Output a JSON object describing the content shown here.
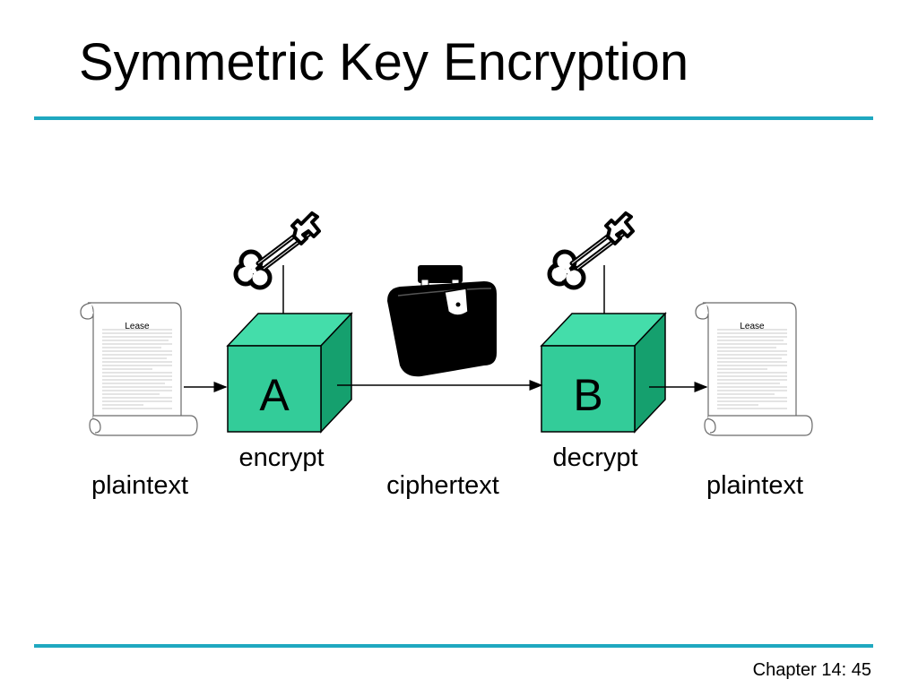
{
  "slide": {
    "title": "Symmetric Key Encryption",
    "footer": "Chapter 14: 45"
  },
  "diagram": {
    "box_a_letter": "A",
    "box_b_letter": "B",
    "encrypt_label": "encrypt",
    "decrypt_label": "decrypt",
    "plaintext_left_label": "plaintext",
    "ciphertext_label": "ciphertext",
    "plaintext_right_label": "plaintext",
    "scroll_left_heading": "Lease",
    "scroll_right_heading": "Lease",
    "icons": [
      "scroll-document-icon",
      "key-icon",
      "locked-briefcase-icon",
      "cube-box-icon",
      "arrow-icon"
    ]
  },
  "colors": {
    "rule": "#1fa8c0",
    "cube_front": "#33cc99",
    "cube_top": "#44ddaa",
    "cube_side": "#15a06e",
    "ink": "#000000"
  }
}
